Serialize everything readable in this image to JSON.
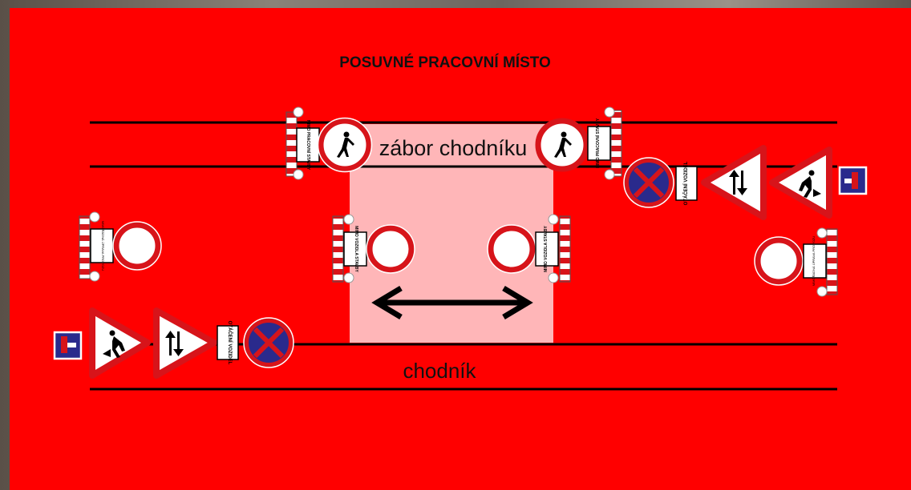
{
  "diagram": {
    "title": "POSUVNÉ PRACOVNÍ MÍSTO",
    "sidewalk_closure_label": "zábor chodníku",
    "sidewalk_label": "chodník",
    "plate_outside_site": "MIMO PRACOVNÍ STAVBY",
    "plate_outside_vehicles": "MIMO VOZIDLA STAVBY",
    "plate_turning_vehicles": "OTÁČENÍ VOZIDEL",
    "barrier_small_text": "MIMOŘÁDNÁ ÚPRAVA PROVOZU"
  },
  "signs": [
    "no-pedestrians-sign",
    "no-entry-sign",
    "no-stopping-sign",
    "two-way-traffic-sign",
    "roadworks-sign",
    "dead-end-sign"
  ],
  "colors": {
    "panel": "#ff0000",
    "closure_zone": "#ffb6b8",
    "line": "#000000",
    "sign_red": "#d7141a",
    "sign_blue": "#2a2a8c"
  }
}
